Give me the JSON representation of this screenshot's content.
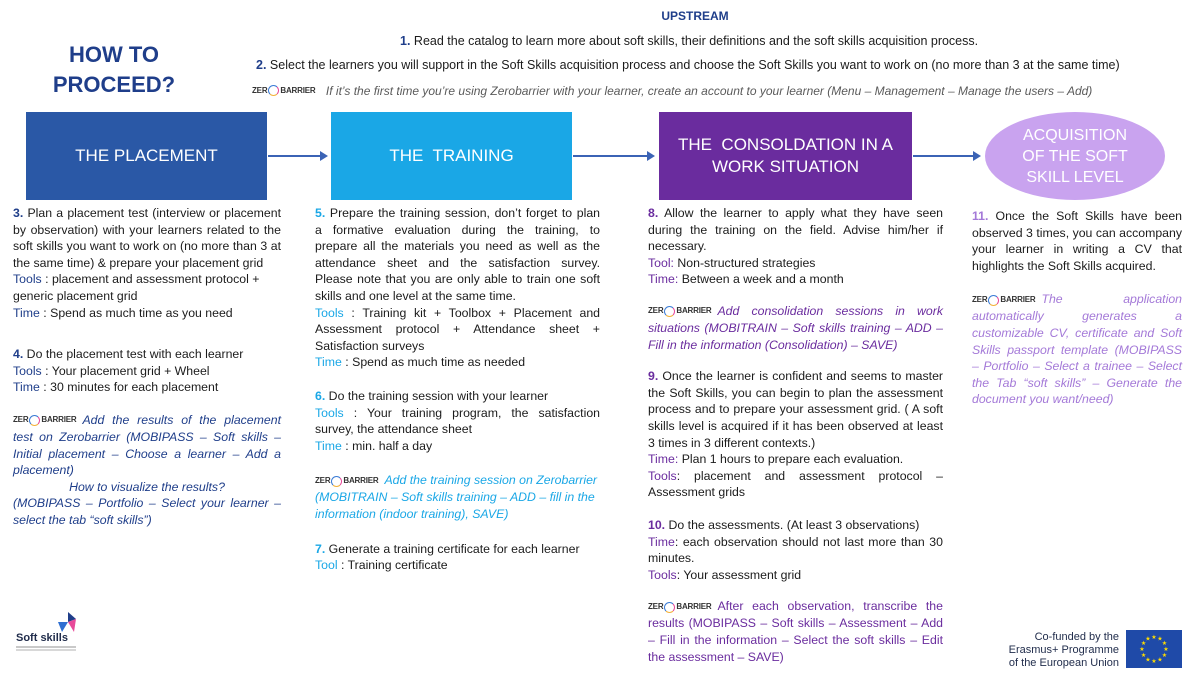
{
  "header": {
    "upstream": "UPSTREAM",
    "step1_num": "1.",
    "step1_text": "Read the catalog to learn more about soft skills, their definitions and the soft skills acquisition process.",
    "step2_num": "2.",
    "step2_text": "Select the learners you will support in the Soft Skills acquisition process and choose the Soft Skills you want to work on (no more than 3 at the same time)",
    "zb_note": "If it’s the first time you’re using Zerobarrier with your learner, create an account to your learner (Menu – Management – Manage the users – Add)"
  },
  "title": {
    "line1": "HOW TO",
    "line2": "PROCEED?"
  },
  "zerobarrier": {
    "left": "ZER",
    "right": "BARRIER"
  },
  "stages": {
    "placement": "THE PLACEMENT",
    "training": "THE  TRAINING",
    "consolidation_1": "THE  CONSOLDATION IN A",
    "consolidation_2": "WORK SITUATION",
    "acquisition_1": "ACQUISITION",
    "acquisition_2": "OF THE SOFT",
    "acquisition_3": "SKILL LEVEL"
  },
  "col1": {
    "s3_num": "3.",
    "s3_text": " Plan a placement test (interview or placement by observation) with your learners related to the soft skills you want to work on (no more than 3 at the same time) & prepare your placement grid",
    "s3_tools_lbl": "Tools",
    "s3_tools": " : placement and assessment protocol + generic placement grid",
    "s3_time_lbl": "Time",
    "s3_time": " : Spend as much time as you need",
    "s4_num": "4.",
    "s4_text": " Do the placement test with each learner",
    "s4_tools_lbl": "Tools",
    "s4_tools": " : Your placement grid + Wheel",
    "s4_time_lbl": "Time",
    "s4_time": " : 30 minutes for each placement",
    "zb1": "Add the results of the placement test on Zerobarrier (MOBIPASS – Soft skills – Initial placement – Choose a learner – Add a placement)",
    "visualize": "How to visualize the results?",
    "visualize_path": "(MOBIPASS – Portfolio – Select your learner – select the tab “soft skills”)"
  },
  "col2": {
    "s5_num": "5.",
    "s5_text": " Prepare the training session, don’t forget to plan a formative evaluation during the training, to prepare all the materials you need as well as the attendance sheet and the satisfaction survey. Please note that you are only able to train one soft skills and one level at the same time.",
    "s5_tools_lbl": "Tools",
    "s5_tools": " : Training kit + Toolbox + Placement and Assessment protocol + Attendance sheet + Satisfaction surveys",
    "s5_time_lbl": "Time",
    "s5_time": " : Spend as much time as needed",
    "s6_num": "6.",
    "s6_text": " Do the training session with your learner",
    "s6_tools_lbl": "Tools",
    "s6_tools": " : Your training program, the satisfaction survey, the attendance sheet",
    "s6_time_lbl": "Time",
    "s6_time": " : min. half a day",
    "zb2": "Add the training session on Zerobarrier (MOBITRAIN – Soft skills training – ADD – fill in the information (indoor training), SAVE)",
    "s7_num": "7.",
    "s7_text": " Generate a training certificate for each learner",
    "s7_tool_lbl": "Tool",
    "s7_tool": " : Training certificate"
  },
  "col3": {
    "s8_num": "8.",
    "s8_text": " Allow the learner to apply what they have seen during the training on the field. Advise him/her if necessary.",
    "s8_tool_lbl": "Tool:",
    "s8_tool": " Non-structured strategies",
    "s8_time_lbl": "Time:",
    "s8_time": " Between a week and a month",
    "zb3": "Add consolidation sessions in work situations (MOBITRAIN – Soft skills training – ADD – Fill in the information (Consolidation) – SAVE)",
    "s9_num": "9.",
    "s9_text": " Once the learner is confident and seems to master the Soft Skills, you can begin to plan the assessment process and to prepare your assessment grid. ( A soft skills level is acquired if it has been observed at least 3 times in 3 different contexts.)",
    "s9_time_lbl": "Time:",
    "s9_time": " Plan 1 hours to prepare each evaluation.",
    "s9_tools_lbl": "Tools",
    "s9_tools": ": placement and assessment protocol – Assessment grids",
    "s10_num": "10.",
    "s10_text": " Do the assessments. (At least 3 observations)",
    "s10_time_lbl": "Time",
    "s10_time": ": each observation should not last more than 30 minutes.",
    "s10_tools_lbl": "Tools",
    "s10_tools": ": Your assessment grid",
    "zb4": "After each observation, transcribe the results (MOBIPASS – Soft skills – Assessment – Add – Fill in the information – Select the soft skills – Edit the assessment – SAVE)"
  },
  "col4": {
    "s11_num": "11.",
    "s11_text": " Once the Soft Skills have been observed 3 times, you can accompany your learner in writing a CV that highlights the Soft Skills acquired.",
    "zb5": "The application automatically generates a customizable CV, certificate and Soft Skills passport template (MOBIPASS – Portfolio – Select a trainee – Select the Tab “soft skills” – Generate the document you want/need)"
  },
  "footer": {
    "softskills_logo": "Soft skills",
    "eu_line1": "Co-funded by the",
    "eu_line2": "Erasmus+ Programme",
    "eu_line3": "of the European Union"
  },
  "colors": {
    "navy": "#1f3e8a",
    "placement_box": "#2a58a6",
    "training_box": "#1aa7e6",
    "consolidation_box": "#6a2c9e",
    "acquisition_ellipse": "#c9a3ef",
    "eu_blue": "#1f4aa8",
    "eu_yellow": "#ffdd00"
  }
}
